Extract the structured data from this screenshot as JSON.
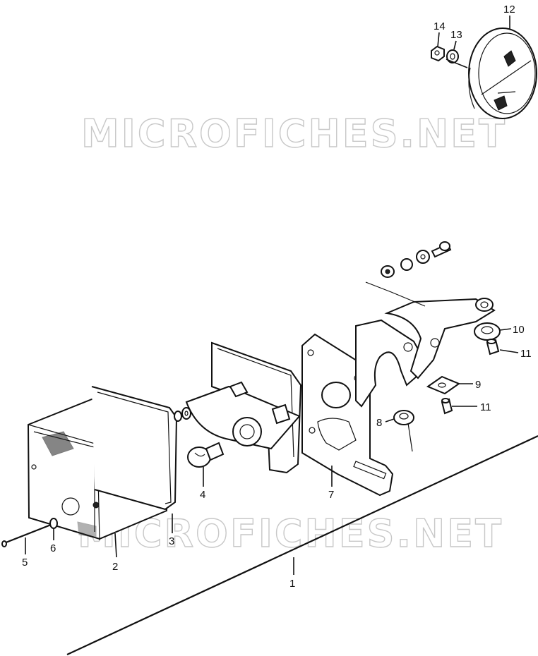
{
  "watermark": "MICROFICHES.NET",
  "labels": {
    "l1": "1",
    "l2": "2",
    "l3": "3",
    "l4": "4",
    "l5": "5",
    "l6": "6",
    "l7": "7",
    "l8": "8",
    "l9": "9",
    "l10": "10",
    "l11a": "11",
    "l11b": "11",
    "l12": "12",
    "l13": "13",
    "l14": "14"
  }
}
